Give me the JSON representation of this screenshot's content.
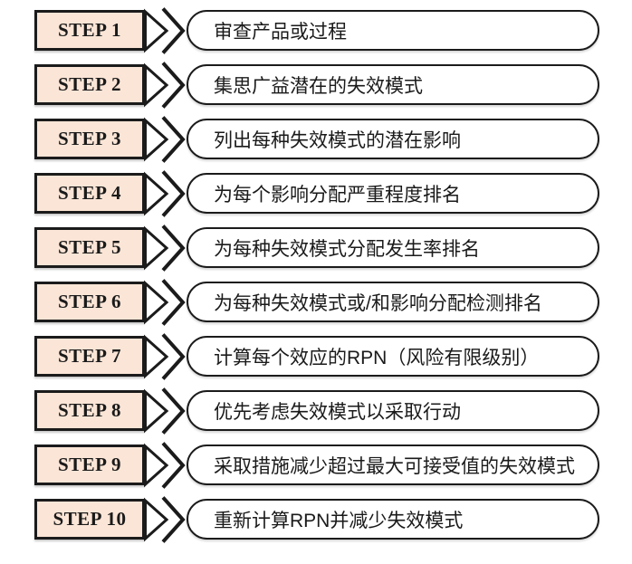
{
  "diagram": {
    "steps": [
      {
        "label": "STEP 1",
        "text": "审查产品或过程"
      },
      {
        "label": "STEP 2",
        "text": "集思广益潜在的失效模式"
      },
      {
        "label": "STEP 3",
        "text": "列出每种失效模式的潜在影响"
      },
      {
        "label": "STEP 4",
        "text": "为每个影响分配严重程度排名"
      },
      {
        "label": "STEP 5",
        "text": "为每种失效模式分配发生率排名"
      },
      {
        "label": "STEP 6",
        "text": "为每种失效模式或/和影响分配检测排名"
      },
      {
        "label": "STEP 7",
        "text": "计算每个效应的RPN（风险有限级别）"
      },
      {
        "label": "STEP 8",
        "text": "优先考虑失效模式以采取行动"
      },
      {
        "label": "STEP 9",
        "text": "采取措施减少超过最大可接受值的失效模式"
      },
      {
        "label": "STEP 10",
        "text": "重新计算RPN并减少失效模式"
      }
    ],
    "colors": {
      "step_box_fill": "#fbe5d6",
      "outline": "#1b1b1b",
      "pill_fill": "#ffffff",
      "background": "#ffffff",
      "text": "#1a1a1a"
    }
  }
}
